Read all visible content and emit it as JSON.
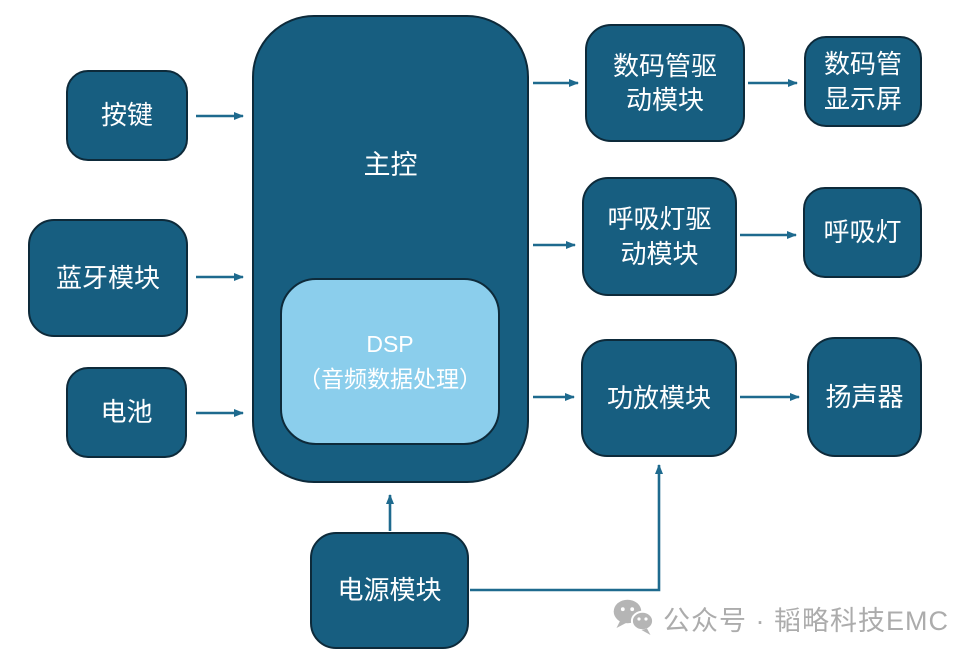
{
  "colors": {
    "node_fill": "#175E80",
    "node_border": "#0D2A3A",
    "dsp_fill": "#8BCEEC",
    "arrow": "#1E6A8E",
    "watermark_gray": "#ACACAC"
  },
  "nodes": {
    "keys": {
      "label": "按键"
    },
    "bluetooth": {
      "label": "蓝牙模块"
    },
    "battery": {
      "label": "电池"
    },
    "main": {
      "label": "主控"
    },
    "dsp": {
      "label": "DSP\n（音频数据处理）"
    },
    "digit_driver": {
      "label": "数码管驱\n动模块"
    },
    "digit_display": {
      "label": "数码管\n显示屏"
    },
    "breath_driver": {
      "label": "呼吸灯驱\n动模块"
    },
    "breath_light": {
      "label": "呼吸灯"
    },
    "amp": {
      "label": "功放模块"
    },
    "speaker": {
      "label": "扬声器"
    },
    "power": {
      "label": "电源模块"
    }
  },
  "watermark": {
    "text": "公众号 · 韬略科技EMC"
  }
}
